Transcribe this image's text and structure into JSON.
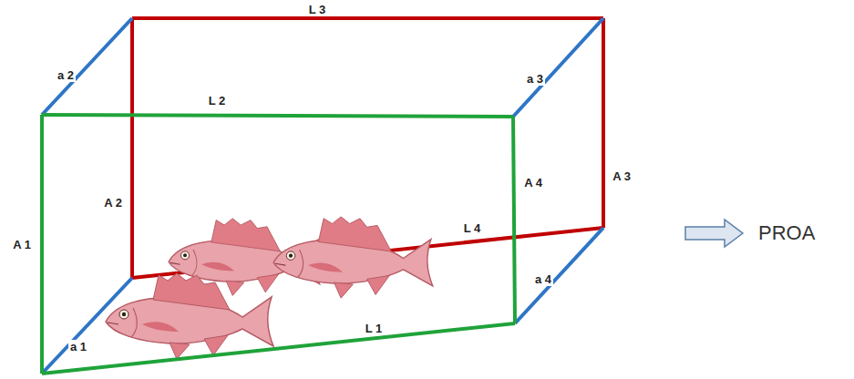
{
  "diagram": {
    "labels": [
      "L 3",
      "a 2",
      "a 3",
      "L 2",
      "A 4",
      "A 3",
      "A 2",
      "A 1",
      "L 4",
      "a 4",
      "a 1",
      "L 1",
      "PROA"
    ]
  }
}
